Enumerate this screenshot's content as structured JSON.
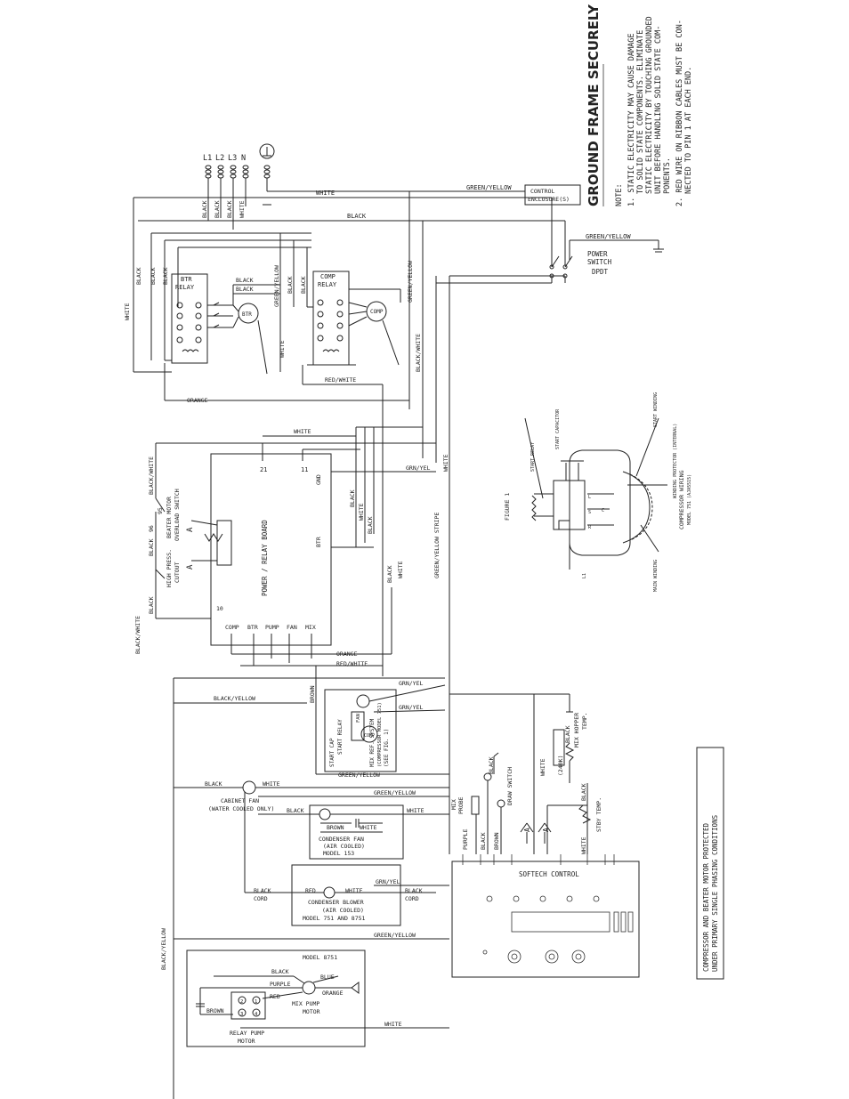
{
  "header": {
    "ground_title": "GROUND FRAME SECURELY",
    "note_label": "NOTE:",
    "note1_l1": "1.  STATIC ELECTRICITY MAY CAUSE DAMAGE",
    "note1_l2": "TO SOLID STATE COMPONENTS. ELIMINATE",
    "note1_l3": "STATIC ELECTRICITY BY TOUCHING GROUNDED",
    "note1_l4": "UNIT BEFORE HANDLING SOLID STATE COM-",
    "note1_l5": "PONENTS.",
    "note2_l1": "2.  RED WIRE ON RIBBON CABLES MUST BE CON-",
    "note2_l2": "NECTED TO PIN 1 AT EACH END."
  },
  "supply": {
    "l1": "L1",
    "l2": "L2",
    "l3": "L3",
    "n": "N"
  },
  "wires": {
    "black": "BLACK",
    "white": "WHITE",
    "green_yellow": "GREEN/YELLOW",
    "orange": "ORANGE",
    "red_white": "RED/WHITE",
    "black_white": "BLACK/WHITE",
    "grn_yel": "GRN/YEL",
    "green_yellow_stripe": "GREEN/YELLOW STRIPE",
    "black_yellow": "BLACK/YELLOW",
    "brown": "BROWN",
    "red": "RED",
    "black_cord": "BLACK",
    "cord": "CORD",
    "purple": "PURPLE",
    "blue": "BLUE",
    "ninety_six": "96",
    "ninety_five": "95"
  },
  "components": {
    "control_enclosure_1": "CONTROL",
    "control_enclosure_2": "ENCLOSURE(S)",
    "power_switch_1": "POWER",
    "power_switch_2": "SWITCH",
    "power_switch_3": "DPDT",
    "btr_relay_1": "BTR",
    "btr_relay_2": "RELAY",
    "comp_relay_1": "COMP",
    "comp_relay_2": "RELAY",
    "btr_motor": "BTR",
    "comp_motor": "COMP",
    "power_relay_board": "POWER / RELAY BOARD",
    "gnd": "GND",
    "btr_term": "BTR",
    "t10": "10",
    "t21": "21",
    "t11": "11",
    "board_comp": "COMP",
    "board_btr": "BTR",
    "board_pump": "PUMP",
    "board_fan": "FAN",
    "board_mix": "MIX",
    "beater_overload_1": "BEATER MOTOR",
    "beater_overload_2": "OVERLOAD SWITCH",
    "high_press_1": "HIGH PRESS.",
    "high_press_2": "CUTOUT",
    "mark_a": "A",
    "mix_ref_1": "MIX REF. SYSTEM",
    "mix_ref_2": "(COMPRESSOR MODEL 751)",
    "mix_ref_3": "(SEE FIG. 1)",
    "start_relay": "START RELAY",
    "start_cap": "START CAP",
    "fan_label": "FAN",
    "comp_small": "COMP",
    "cabinet_fan_1": "CABINET FAN",
    "cabinet_fan_2": "(WATER COOLED ONLY)",
    "condenser_fan_1": "CONDENSER FAN",
    "condenser_fan_2": "(AIR COOLED)",
    "condenser_fan_3": "MODEL 153",
    "blower_1": "CONDENSER BLOWER",
    "blower_2": "(AIR COOLED)",
    "blower_3": "MODEL 751 AND 8751",
    "model_8751": "MODEL 8751",
    "mix_pump_1": "MIX PUMP",
    "mix_pump_2": "MOTOR",
    "relay_pump_1": "RELAY PUMP",
    "relay_pump_2": "MOTOR",
    "pin2": "2",
    "pin1": "1",
    "pin3": "3",
    "pin4": "4",
    "mix_probe_1": "MIX",
    "mix_probe_2": "PROBE",
    "draw_switch": "DRAW SWITCH",
    "mix_hopper_1": "MIX HOPPER",
    "mix_hopper_2": "TEMP.",
    "stby_temp": "STBY TEMP.",
    "thermistor_value": "(240K)",
    "softech_control": "SOFTECH CONTROL",
    "figure_1": "FIGURE 1",
    "compressor_wiring_1": "COMPRESSOR WIRING",
    "compressor_wiring_2": "MODEL 751 (AJA5515)",
    "start_capacitor": "START CAPACITOR",
    "start_relay_fig": "START RELAY",
    "start_winding": "START WINDING",
    "main_winding": "MAIN WINDING",
    "overload_protector": "WINDING PROTECTOR (INTERNAL)",
    "term_l": "L",
    "term_r": "R",
    "term_s": "S",
    "term_c": "C",
    "term_l1": "L1"
  },
  "footer": {
    "protected_l1": "COMPRESSOR AND BEATER MOTOR PROTECTED",
    "protected_l2": "UNDER PRIMARY SINGLE PHASING CONDITIONS"
  }
}
